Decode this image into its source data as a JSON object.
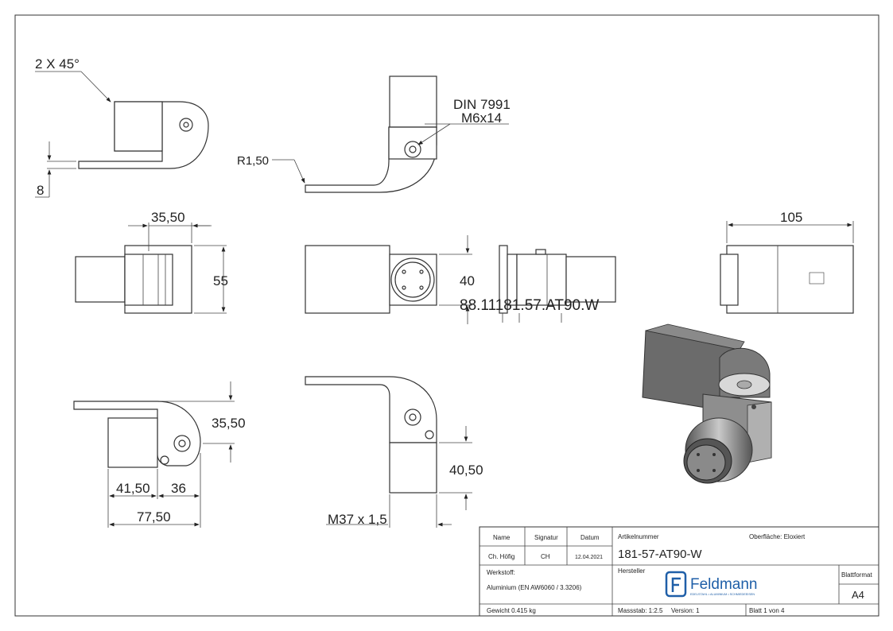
{
  "annotations": {
    "chamfer": "2 X 45°",
    "din_line1": "DIN 7991",
    "din_line2": "M6x14",
    "radius": "R1,50",
    "thickness": "8",
    "width_top": "35,50",
    "height_55": "55",
    "height_40": "40",
    "length_105": "105",
    "part_ref": "88.11181.57.AT90.W",
    "height_bottom_left": "35,50",
    "dim_41_50": "41,50",
    "dim_36": "36",
    "dim_77_50": "77,50",
    "dim_40_50": "40,50",
    "thread": "M37 x 1,5"
  },
  "title_block": {
    "hdr_name": "Name",
    "hdr_signatur": "Signatur",
    "hdr_datum": "Datum",
    "name": "Ch. Höfig",
    "signatur": "CH",
    "datum": "12.04.2021",
    "werkstoff_label": "Werkstoff:",
    "werkstoff": "Aluminium (EN AW6060 / 3.3206)",
    "gewicht": "Gewicht 0.415 kg",
    "artikel_label": "Artikelnummer",
    "oberflaeche": "Oberfläche:  Eloxiert",
    "artikel": "181-57-AT90-W",
    "hersteller_label": "Hersteller",
    "brand": "Feldmann",
    "brand_tagline": "EDELSTAHL • ALUMINIUM • SCHMIEDEEISEN",
    "blattformat_label": "Blattformat",
    "blattformat": "A4",
    "massstab": "Massstab: 1:2.5",
    "version": "Version: 1",
    "blatt": "Blatt 1 von 4"
  },
  "colors": {
    "brand_blue": "#1f5fa8",
    "line": "#333333",
    "part_grey": "#6b6b6b"
  }
}
